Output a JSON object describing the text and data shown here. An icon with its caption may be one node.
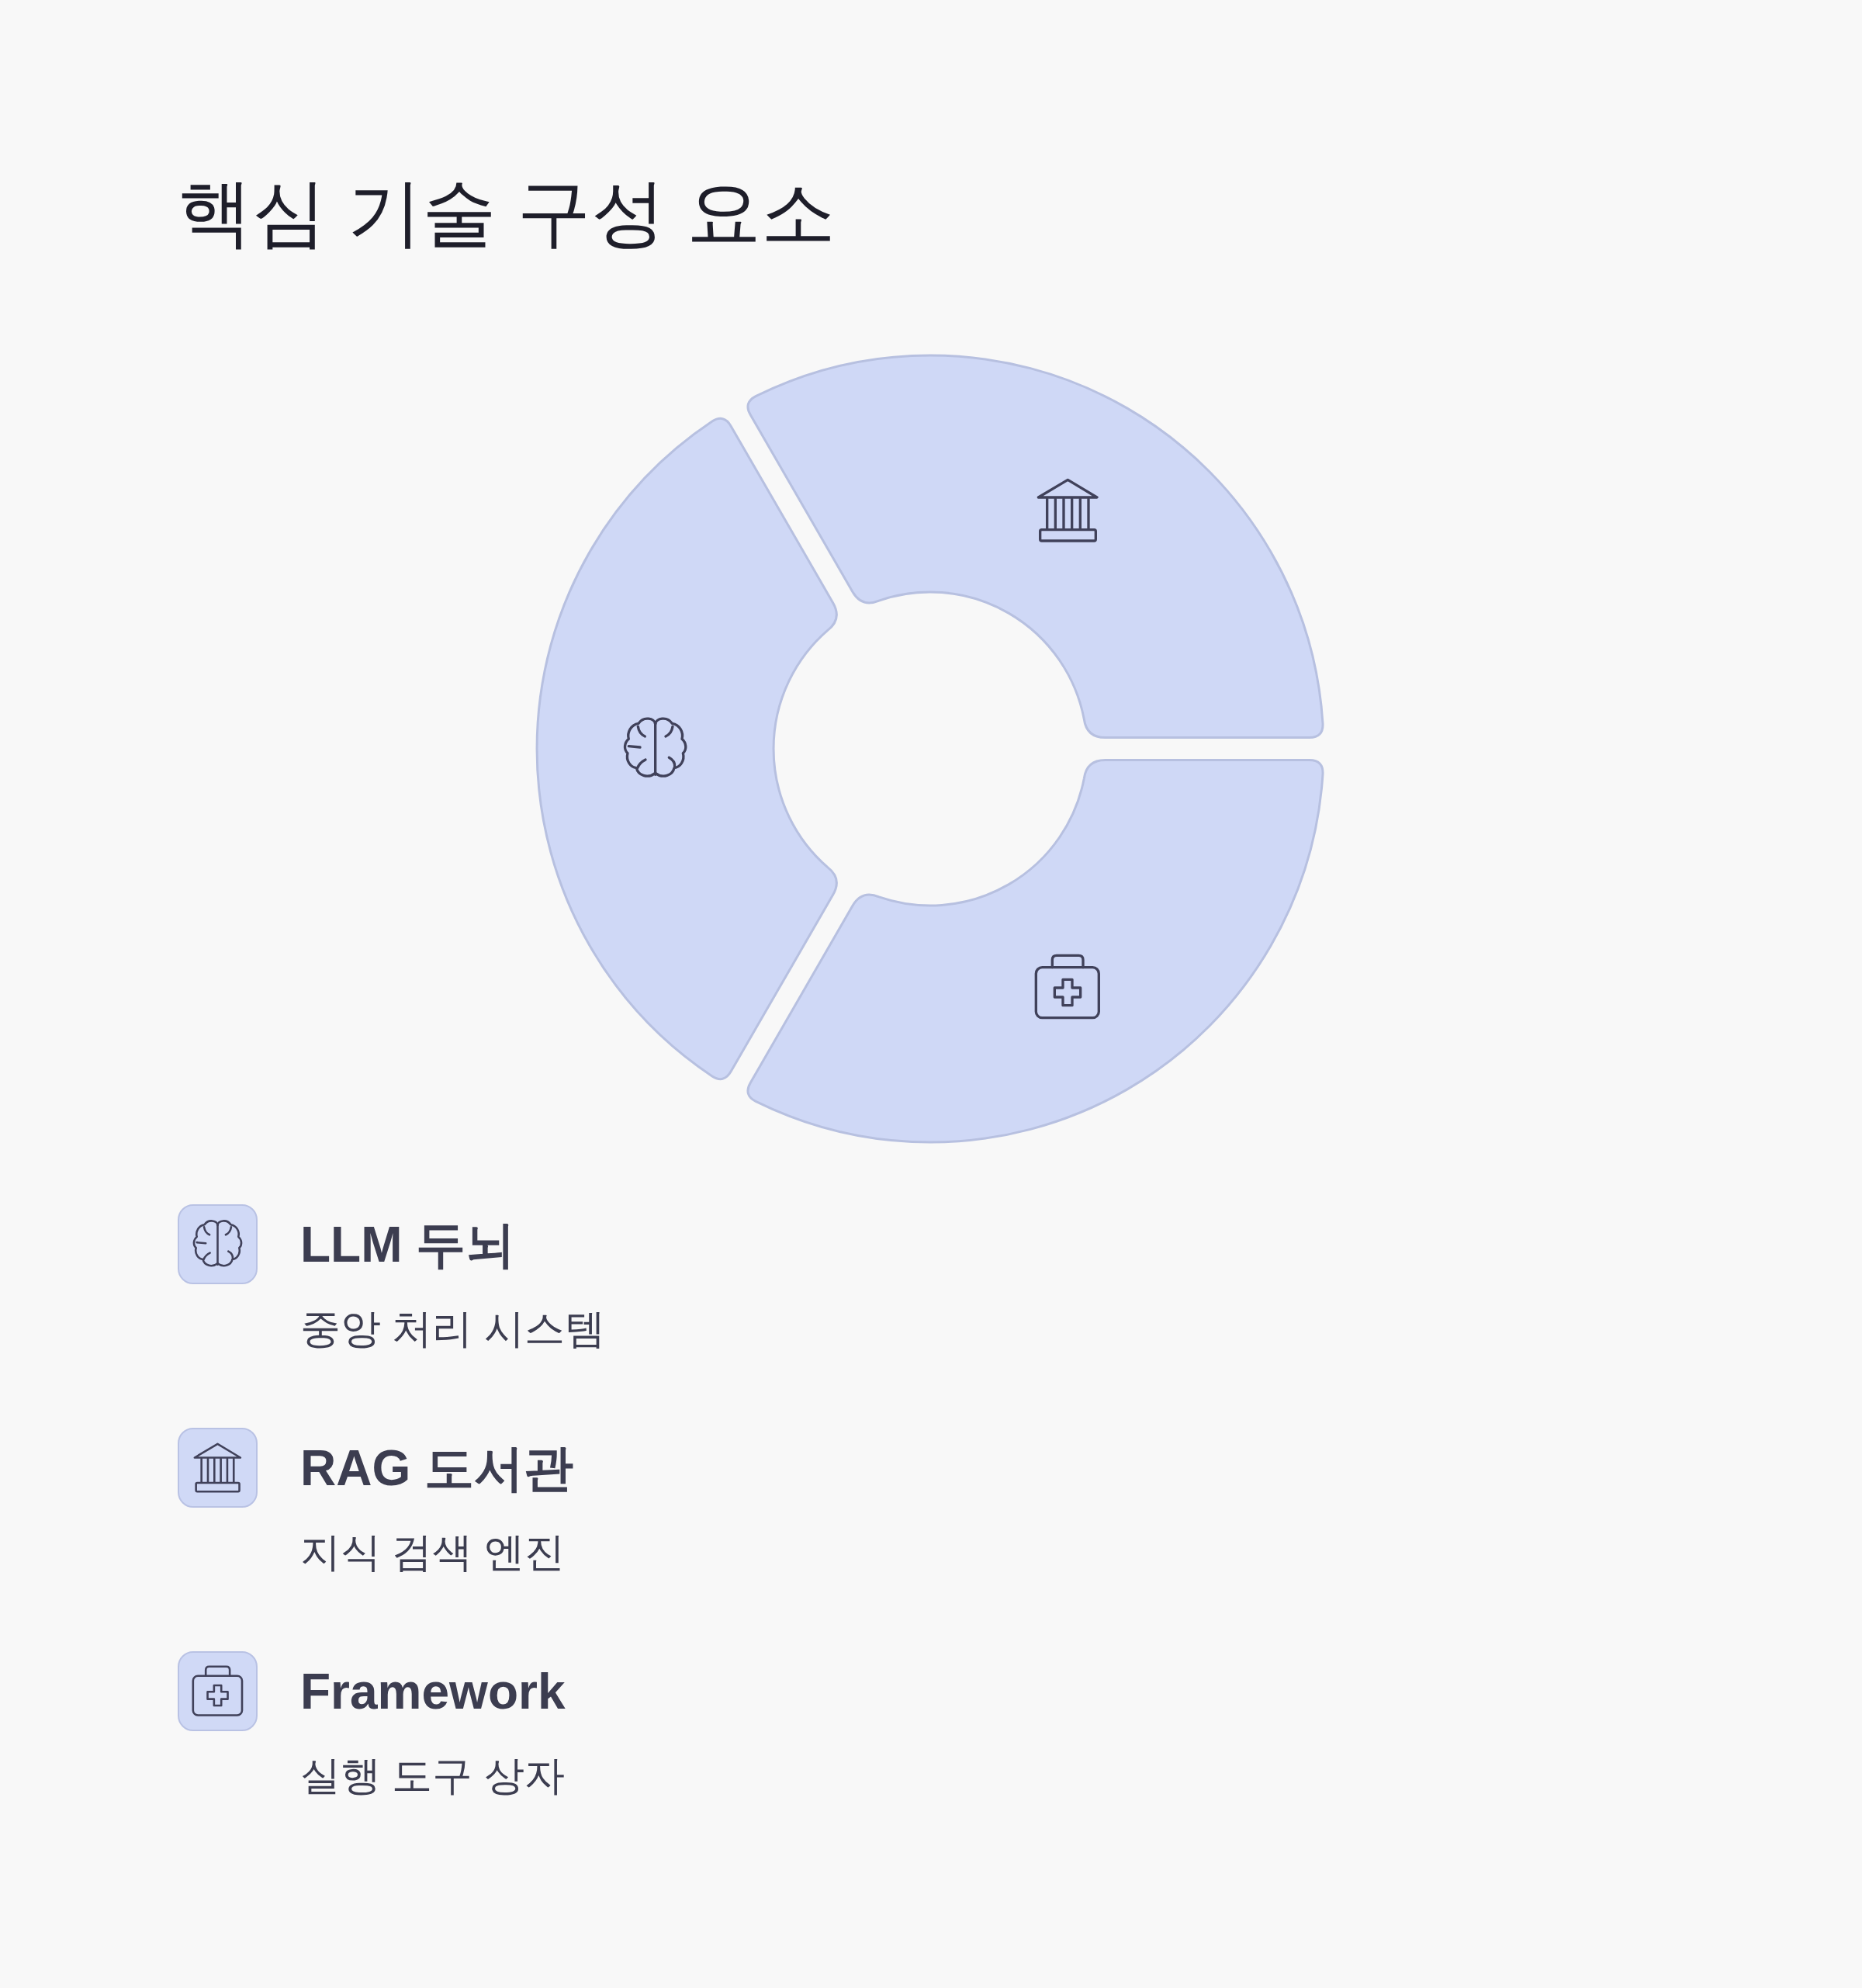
{
  "diagram": {
    "title": "핵심 기술 구성 요소",
    "labels": [
      "LLM 두뇌",
      "중앙 처리 시스템",
      "RAG 도서관",
      "지식 검색 엔진",
      "Framework",
      "실행 도구 상자"
    ]
  }
}
